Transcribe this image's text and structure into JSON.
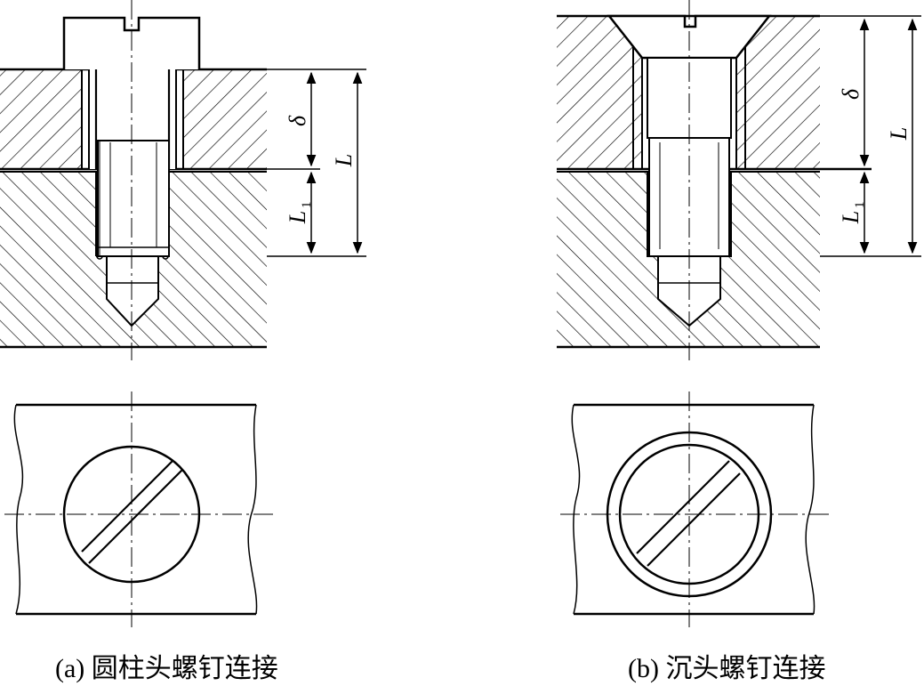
{
  "figure_a": {
    "caption": "(a) 圆柱头螺钉连接",
    "labels": {
      "delta": "δ",
      "L": "L",
      "L1_main": "L",
      "L1_sub": "1"
    }
  },
  "figure_b": {
    "caption": "(b) 沉头螺钉连接",
    "labels": {
      "delta": "δ",
      "L": "L",
      "L1_main": "L",
      "L1_sub": "1"
    }
  },
  "colors": {
    "line": "#000000",
    "background": "#ffffff"
  }
}
